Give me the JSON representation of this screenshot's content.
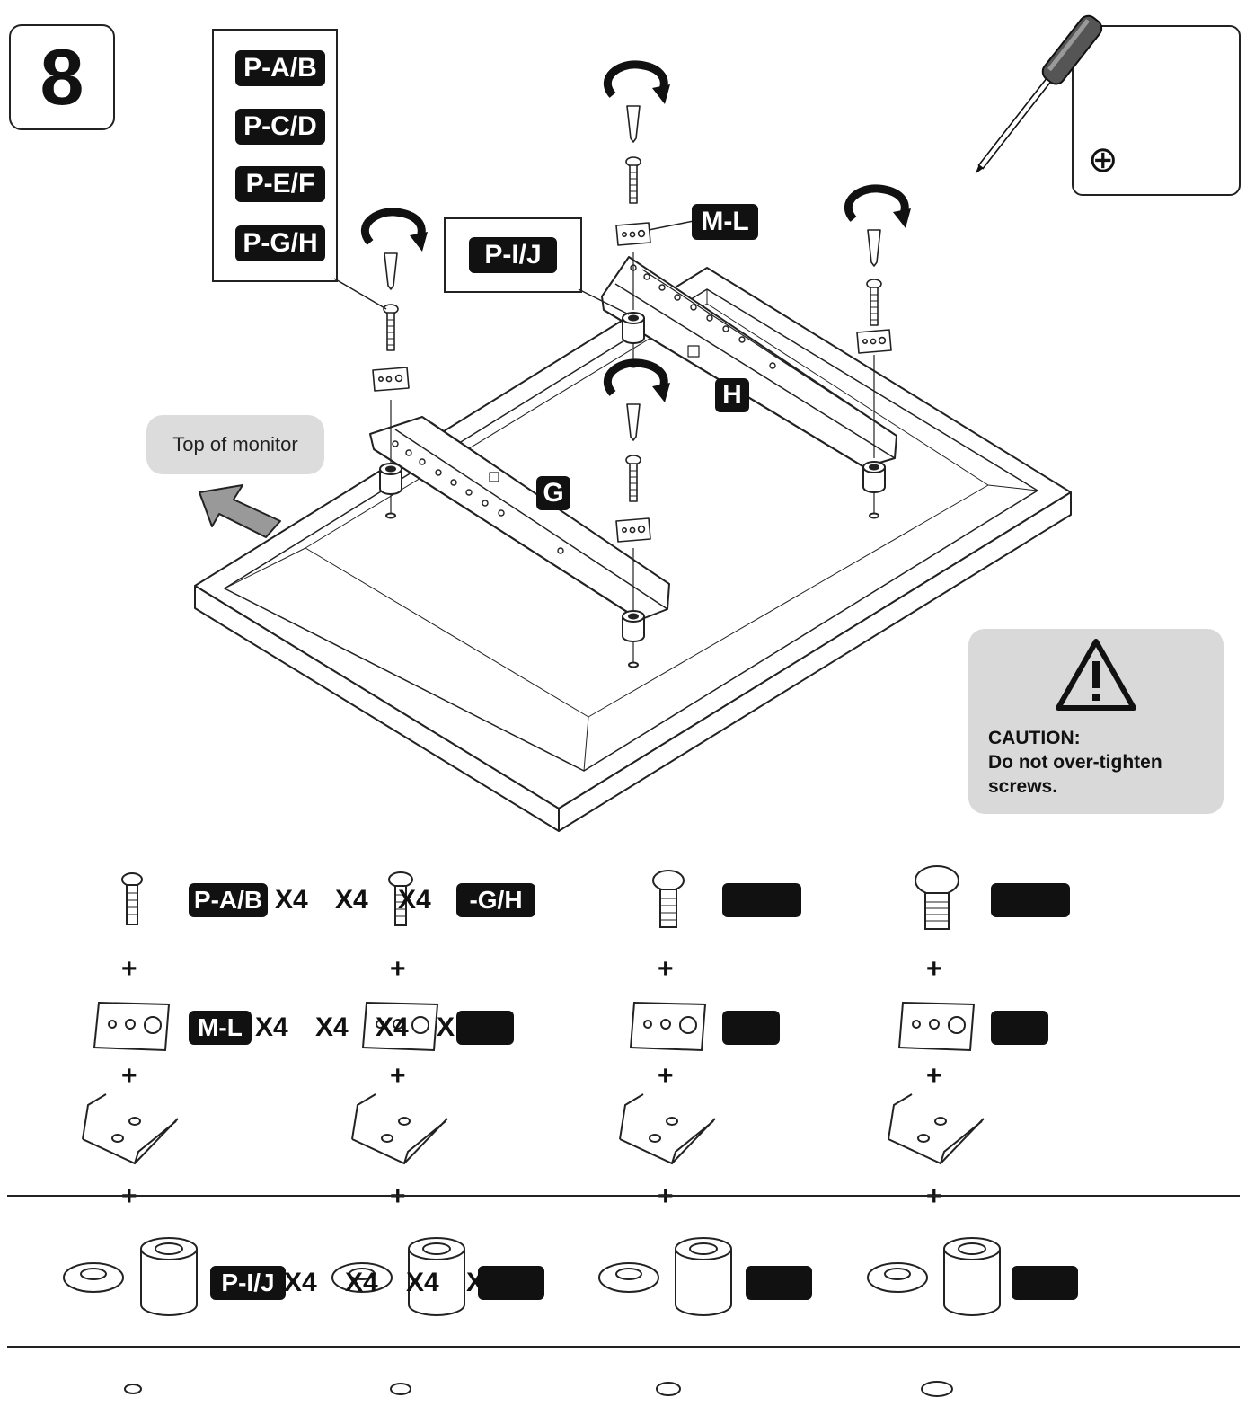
{
  "step": {
    "number": "8"
  },
  "top_panel": {
    "items": [
      "P-A/B",
      "P-C/D",
      "P-E/F",
      "P-G/H"
    ]
  },
  "center_panel": {
    "label": "P-I/J"
  },
  "diagram_labels": {
    "washer_part": "M-L",
    "bracket_left": "G",
    "bracket_right": "H"
  },
  "top_of_monitor": "Top of monitor",
  "caution": {
    "title": "CAUTION:",
    "line1": "Do not over-tighten",
    "line2": "screws."
  },
  "tool": {
    "icon": "phillips-screwdriver-icon",
    "symbol": "⊕"
  },
  "parts_table": {
    "row_screw": {
      "part": "P-A/B",
      "qty": "X4",
      "col2_qty_a": "X4",
      "col2_qty_b": "X4",
      "col2_part": "-G/H"
    },
    "row_washer": {
      "part": "M-L",
      "qty": "X4",
      "col2_qty_a": "X4",
      "col2_qty_b": "X4",
      "col2_qty_c": "X"
    },
    "row_spacer": {
      "part": "P-I/J",
      "qty": "X4",
      "col2_qty_a": "X4",
      "col2_qty_b": "X4",
      "col2_qty_c": "X"
    },
    "plus": "+"
  }
}
